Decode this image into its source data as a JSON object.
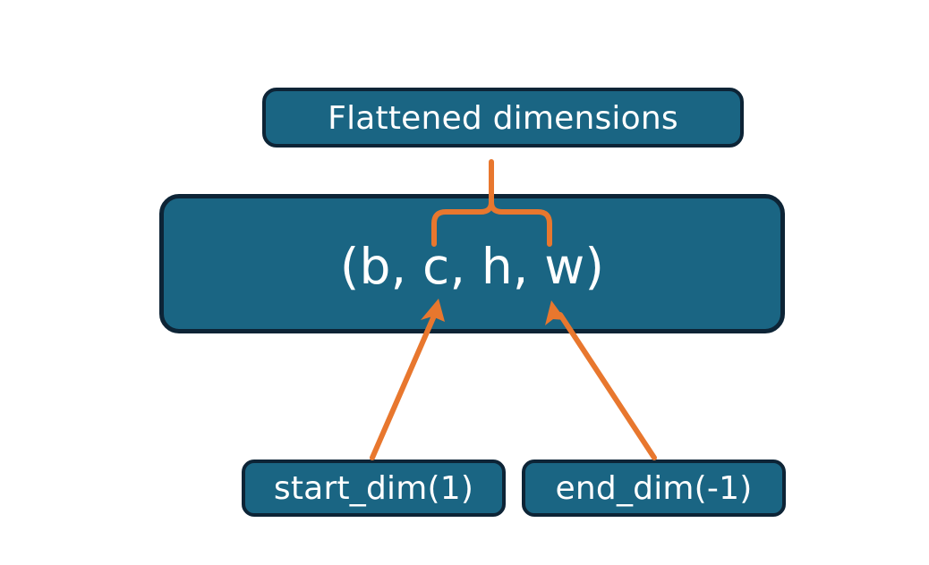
{
  "diagram": {
    "title_node": {
      "label": "Flattened dimensions"
    },
    "shape_node": {
      "label": "(b, c, h, w)"
    },
    "start_node": {
      "label": "start_dim(1)"
    },
    "end_node": {
      "label": "end_dim(-1)"
    },
    "connectors": {
      "brace": "curly-brace-up",
      "arrow_left": "arrow-up-right",
      "arrow_right": "arrow-up-left"
    },
    "colors": {
      "box_fill": "#1a6583",
      "box_border": "#0d2436",
      "accent": "#e8772e",
      "text": "#ffffff",
      "background": "#ffffff"
    }
  }
}
